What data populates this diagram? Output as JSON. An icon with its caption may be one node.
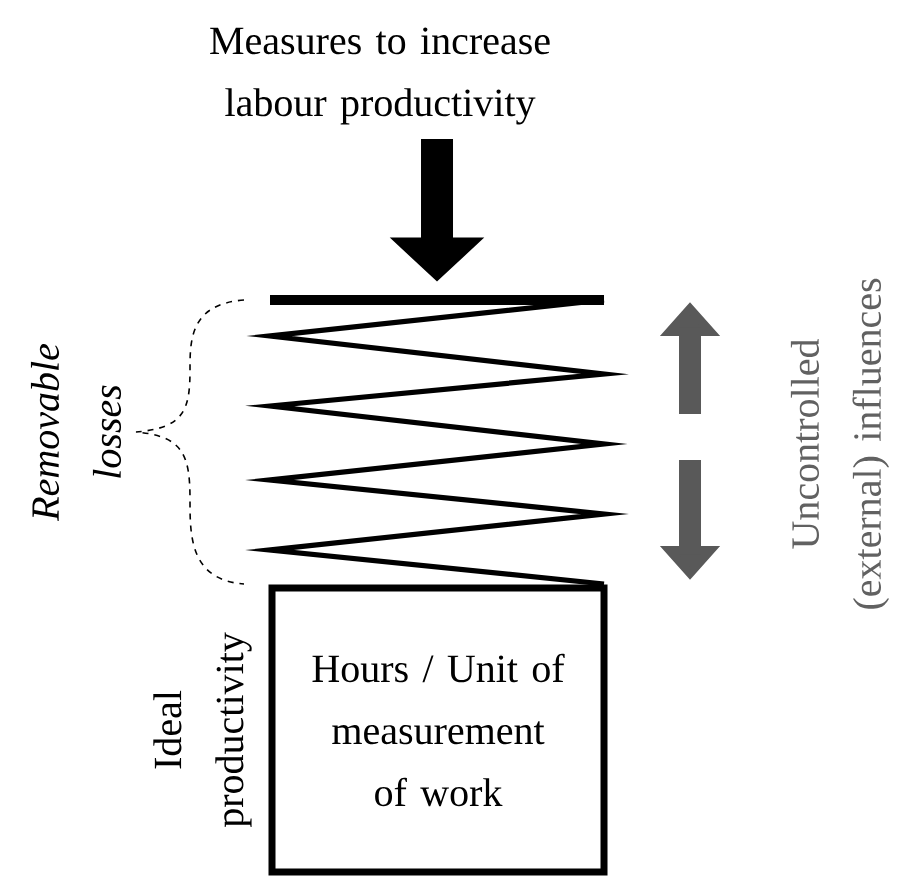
{
  "diagram": {
    "nodes": [
      {
        "text": [
          "Measures to increase labour productivity"
        ]
      },
      {
        "text": [],
        "shape": "picture"
      },
      {
        "text": [
          "Hours / Unit of measurement of work"
        ],
        "beside": [
          "Ideal productivity"
        ]
      }
    ],
    "edges": [
      {
        "from": 0,
        "to": 1,
        "arrow": "to"
      }
    ],
    "labels": [
      "*Removable losses*",
      "Uncontrolled (external) influences"
    ]
  }
}
